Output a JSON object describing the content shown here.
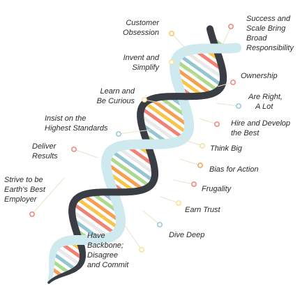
{
  "colors": {
    "dark_strand": "#3b3d45",
    "light_strand": "#cfeaef",
    "rungs": [
      "#f07b6e",
      "#f6c343",
      "#f59a4a",
      "#a9d88a",
      "#8fc4cf",
      "#e8e8e8"
    ]
  },
  "principles": [
    {
      "id": "customer-obsession",
      "lines": [
        "Customer",
        "Obsession"
      ],
      "dot_color": "#f6c343"
    },
    {
      "id": "success-and-scale",
      "lines": [
        "Success and",
        "Scale Bring",
        "Broad",
        "Responsibility"
      ],
      "dot_color": "#f07b6e"
    },
    {
      "id": "invent-and-simplify",
      "lines": [
        "Invent and",
        "Simplify"
      ],
      "dot_color": "#f6e08a"
    },
    {
      "id": "ownership",
      "lines": [
        "Ownership"
      ],
      "dot_color": "#f07b6e"
    },
    {
      "id": "learn-and-be-curious",
      "lines": [
        "Learn and",
        "Be Curious"
      ],
      "dot_color": "#f6e08a"
    },
    {
      "id": "are-right-a-lot",
      "lines": [
        "Are Right,",
        "A Lot"
      ],
      "dot_color": "#8fc4cf"
    },
    {
      "id": "insist-on-highest-standards",
      "lines": [
        "Insist on the",
        "Highest Standards"
      ],
      "dot_color": "#8fc4cf"
    },
    {
      "id": "hire-and-develop",
      "lines": [
        "Hire and Develop",
        "the Best"
      ],
      "dot_color": "#f07b6e"
    },
    {
      "id": "deliver-results",
      "lines": [
        "Deliver",
        "Results"
      ],
      "dot_color": "#f07b6e"
    },
    {
      "id": "think-big",
      "lines": [
        "Think Big"
      ],
      "dot_color": "#f6e08a"
    },
    {
      "id": "bias-for-action",
      "lines": [
        "Bias for Action"
      ],
      "dot_color": "#f59a4a"
    },
    {
      "id": "earths-best-employer",
      "lines": [
        "Strive to be",
        "Earth's Best",
        "Employer"
      ],
      "dot_color": "#f07b6e"
    },
    {
      "id": "frugality",
      "lines": [
        "Frugality"
      ],
      "dot_color": "#f07b6e"
    },
    {
      "id": "earn-trust",
      "lines": [
        "Earn Trust"
      ],
      "dot_color": "#f6e08a"
    },
    {
      "id": "dive-deep",
      "lines": [
        "Dive Deep"
      ],
      "dot_color": "#8fc4cf"
    },
    {
      "id": "have-backbone",
      "lines": [
        "Have",
        "Backbone;",
        "Disagree",
        "and Commit"
      ],
      "dot_color": "#f6e08a"
    }
  ]
}
